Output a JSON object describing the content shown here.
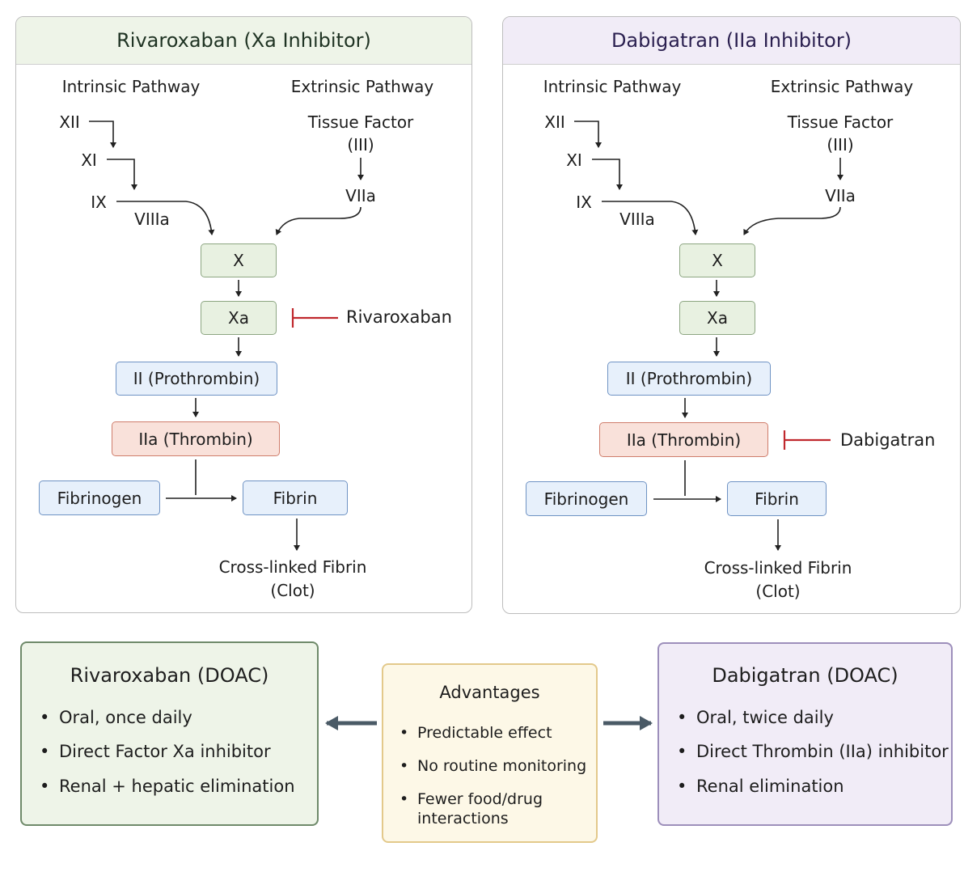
{
  "left_panel": {
    "title": "Rivaroxaban (Xa Inhibitor)",
    "intrinsic_label": "Intrinsic Pathway",
    "extrinsic_label": "Extrinsic Pathway",
    "xii": "XII",
    "xi": "XI",
    "ix": "IX",
    "viiia": "VIIIa",
    "tissue_factor": "Tissue Factor",
    "iii": "(III)",
    "viia": "VIIa",
    "x": "X",
    "xa": "Xa",
    "prothrombin": "II (Prothrombin)",
    "thrombin": "IIa (Thrombin)",
    "fibrinogen": "Fibrinogen",
    "fibrin": "Fibrin",
    "clot_line1": "Cross-linked Fibrin",
    "clot_line2": "(Clot)",
    "inhibitor": "Rivaroxaban"
  },
  "right_panel": {
    "title": "Dabigatran (IIa Inhibitor)",
    "intrinsic_label": "Intrinsic Pathway",
    "extrinsic_label": "Extrinsic Pathway",
    "xii": "XII",
    "xi": "XI",
    "ix": "IX",
    "viiia": "VIIIa",
    "tissue_factor": "Tissue Factor",
    "iii": "(III)",
    "viia": "VIIa",
    "x": "X",
    "xa": "Xa",
    "prothrombin": "II (Prothrombin)",
    "thrombin": "IIa (Thrombin)",
    "fibrinogen": "Fibrinogen",
    "fibrin": "Fibrin",
    "clot_line1": "Cross-linked Fibrin",
    "clot_line2": "(Clot)",
    "inhibitor": "Dabigatran"
  },
  "rivaroxaban_card": {
    "title": "Rivaroxaban (DOAC)",
    "bullets": [
      "Oral, once daily",
      "Direct Factor Xa inhibitor",
      "Renal + hepatic elimination"
    ]
  },
  "advantages_card": {
    "title": "Advantages",
    "bullets": [
      "Predictable effect",
      "No routine monitoring",
      "Fewer food/drug interactions"
    ]
  },
  "dabigatran_card": {
    "title": "Dabigatran (DOAC)",
    "bullets": [
      "Oral, twice daily",
      "Direct Thrombin (IIa) inhibitor",
      "Renal elimination"
    ]
  },
  "colors": {
    "green_fill": "#e8f1e1",
    "blue_fill": "#e7f0fb",
    "red_fill": "#f9e1da",
    "inhibit_red": "#c0282d",
    "purple_header": "#f1ecf7",
    "green_header": "#eef4e8"
  }
}
